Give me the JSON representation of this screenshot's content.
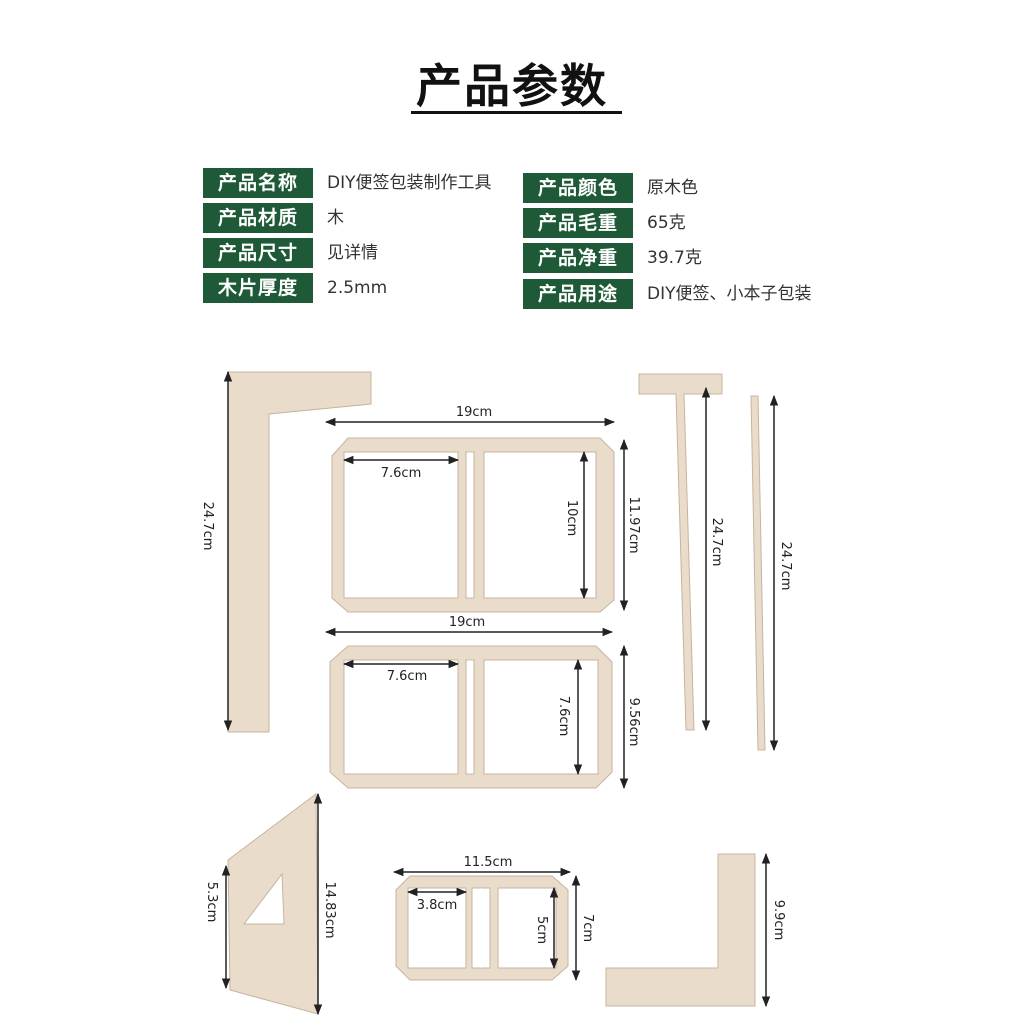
{
  "page": {
    "title": "产品参数",
    "accent_color": "#1f5a38",
    "wood_color": "#eadccb"
  },
  "specs": {
    "left": [
      {
        "label": "产品名称",
        "value": "DIY便签包装制作工具"
      },
      {
        "label": "产品材质",
        "value": "木"
      },
      {
        "label": "产品尺寸",
        "value": "见详情"
      },
      {
        "label": "木片厚度",
        "value": "2.5mm"
      }
    ],
    "right": [
      {
        "label": "产品颜色",
        "value": "原木色"
      },
      {
        "label": "产品毛重",
        "value": "65克"
      },
      {
        "label": "产品净重",
        "value": "39.7克"
      },
      {
        "label": "产品用途",
        "value": "DIY便签、小本子包装"
      }
    ]
  },
  "diagram": {
    "l_square_large_height": "24.7cm",
    "frame_a_width": "19cm",
    "frame_a_window_width": "7.6cm",
    "frame_a_window_height": "10cm",
    "frame_a_height": "11.97cm",
    "frame_b_width": "19cm",
    "frame_b_window_width": "7.6cm",
    "frame_b_window_height": "7.6cm",
    "frame_b_height": "9.56cm",
    "t_square_height": "24.7cm",
    "ruler_strip_height": "24.7cm",
    "triangle_side": "5.3cm",
    "triangle_height": "14.83cm",
    "frame_c_width": "11.5cm",
    "frame_c_window_width": "3.8cm",
    "frame_c_window_height": "5cm",
    "frame_c_height": "7cm",
    "l_square_small_height": "9.9cm"
  }
}
